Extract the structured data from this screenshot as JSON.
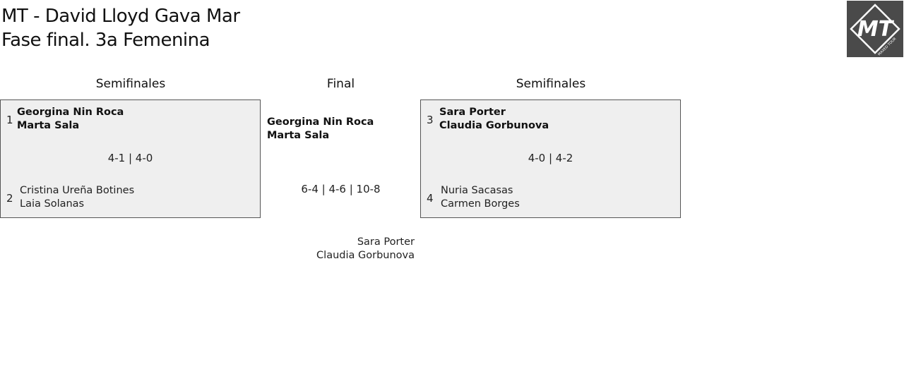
{
  "header": {
    "title_line1": "MT - David Lloyd Gava Mar",
    "title_line2": "Fase final. 3a Femenina",
    "logo": {
      "text": "MT",
      "subtext": "MAXED TOUR",
      "icon": "mt-logo-icon",
      "background": "#4a4a4a"
    }
  },
  "columns": {
    "left": "Semifinales",
    "center": "Final",
    "right": "Semifinales"
  },
  "semifinal_left": {
    "team1": {
      "seed": "1",
      "player1": "Georgina Nin Roca",
      "player2": "Marta Sala",
      "winner": true
    },
    "score": "4-1 | 4-0",
    "team2": {
      "seed": "2",
      "player1": "Cristina Ureña Botines",
      "player2": "Laia Solanas",
      "winner": false
    }
  },
  "final": {
    "team1": {
      "player1": "Georgina Nin Roca",
      "player2": "Marta Sala",
      "winner": true
    },
    "score": "6-4 | 4-6 | 10-8",
    "team2": {
      "player1": "Sara Porter",
      "player2": "Claudia Gorbunova",
      "winner": false
    }
  },
  "semifinal_right": {
    "team1": {
      "seed": "3",
      "player1": "Sara Porter",
      "player2": "Claudia Gorbunova",
      "winner": true
    },
    "score": "4-0 | 4-2",
    "team2": {
      "seed": "4",
      "player1": "Nuria Sacasas",
      "player2": "Carmen Borges",
      "winner": false
    }
  },
  "colors": {
    "box_background": "#efefef",
    "box_border": "#555555",
    "text": "#111111"
  }
}
